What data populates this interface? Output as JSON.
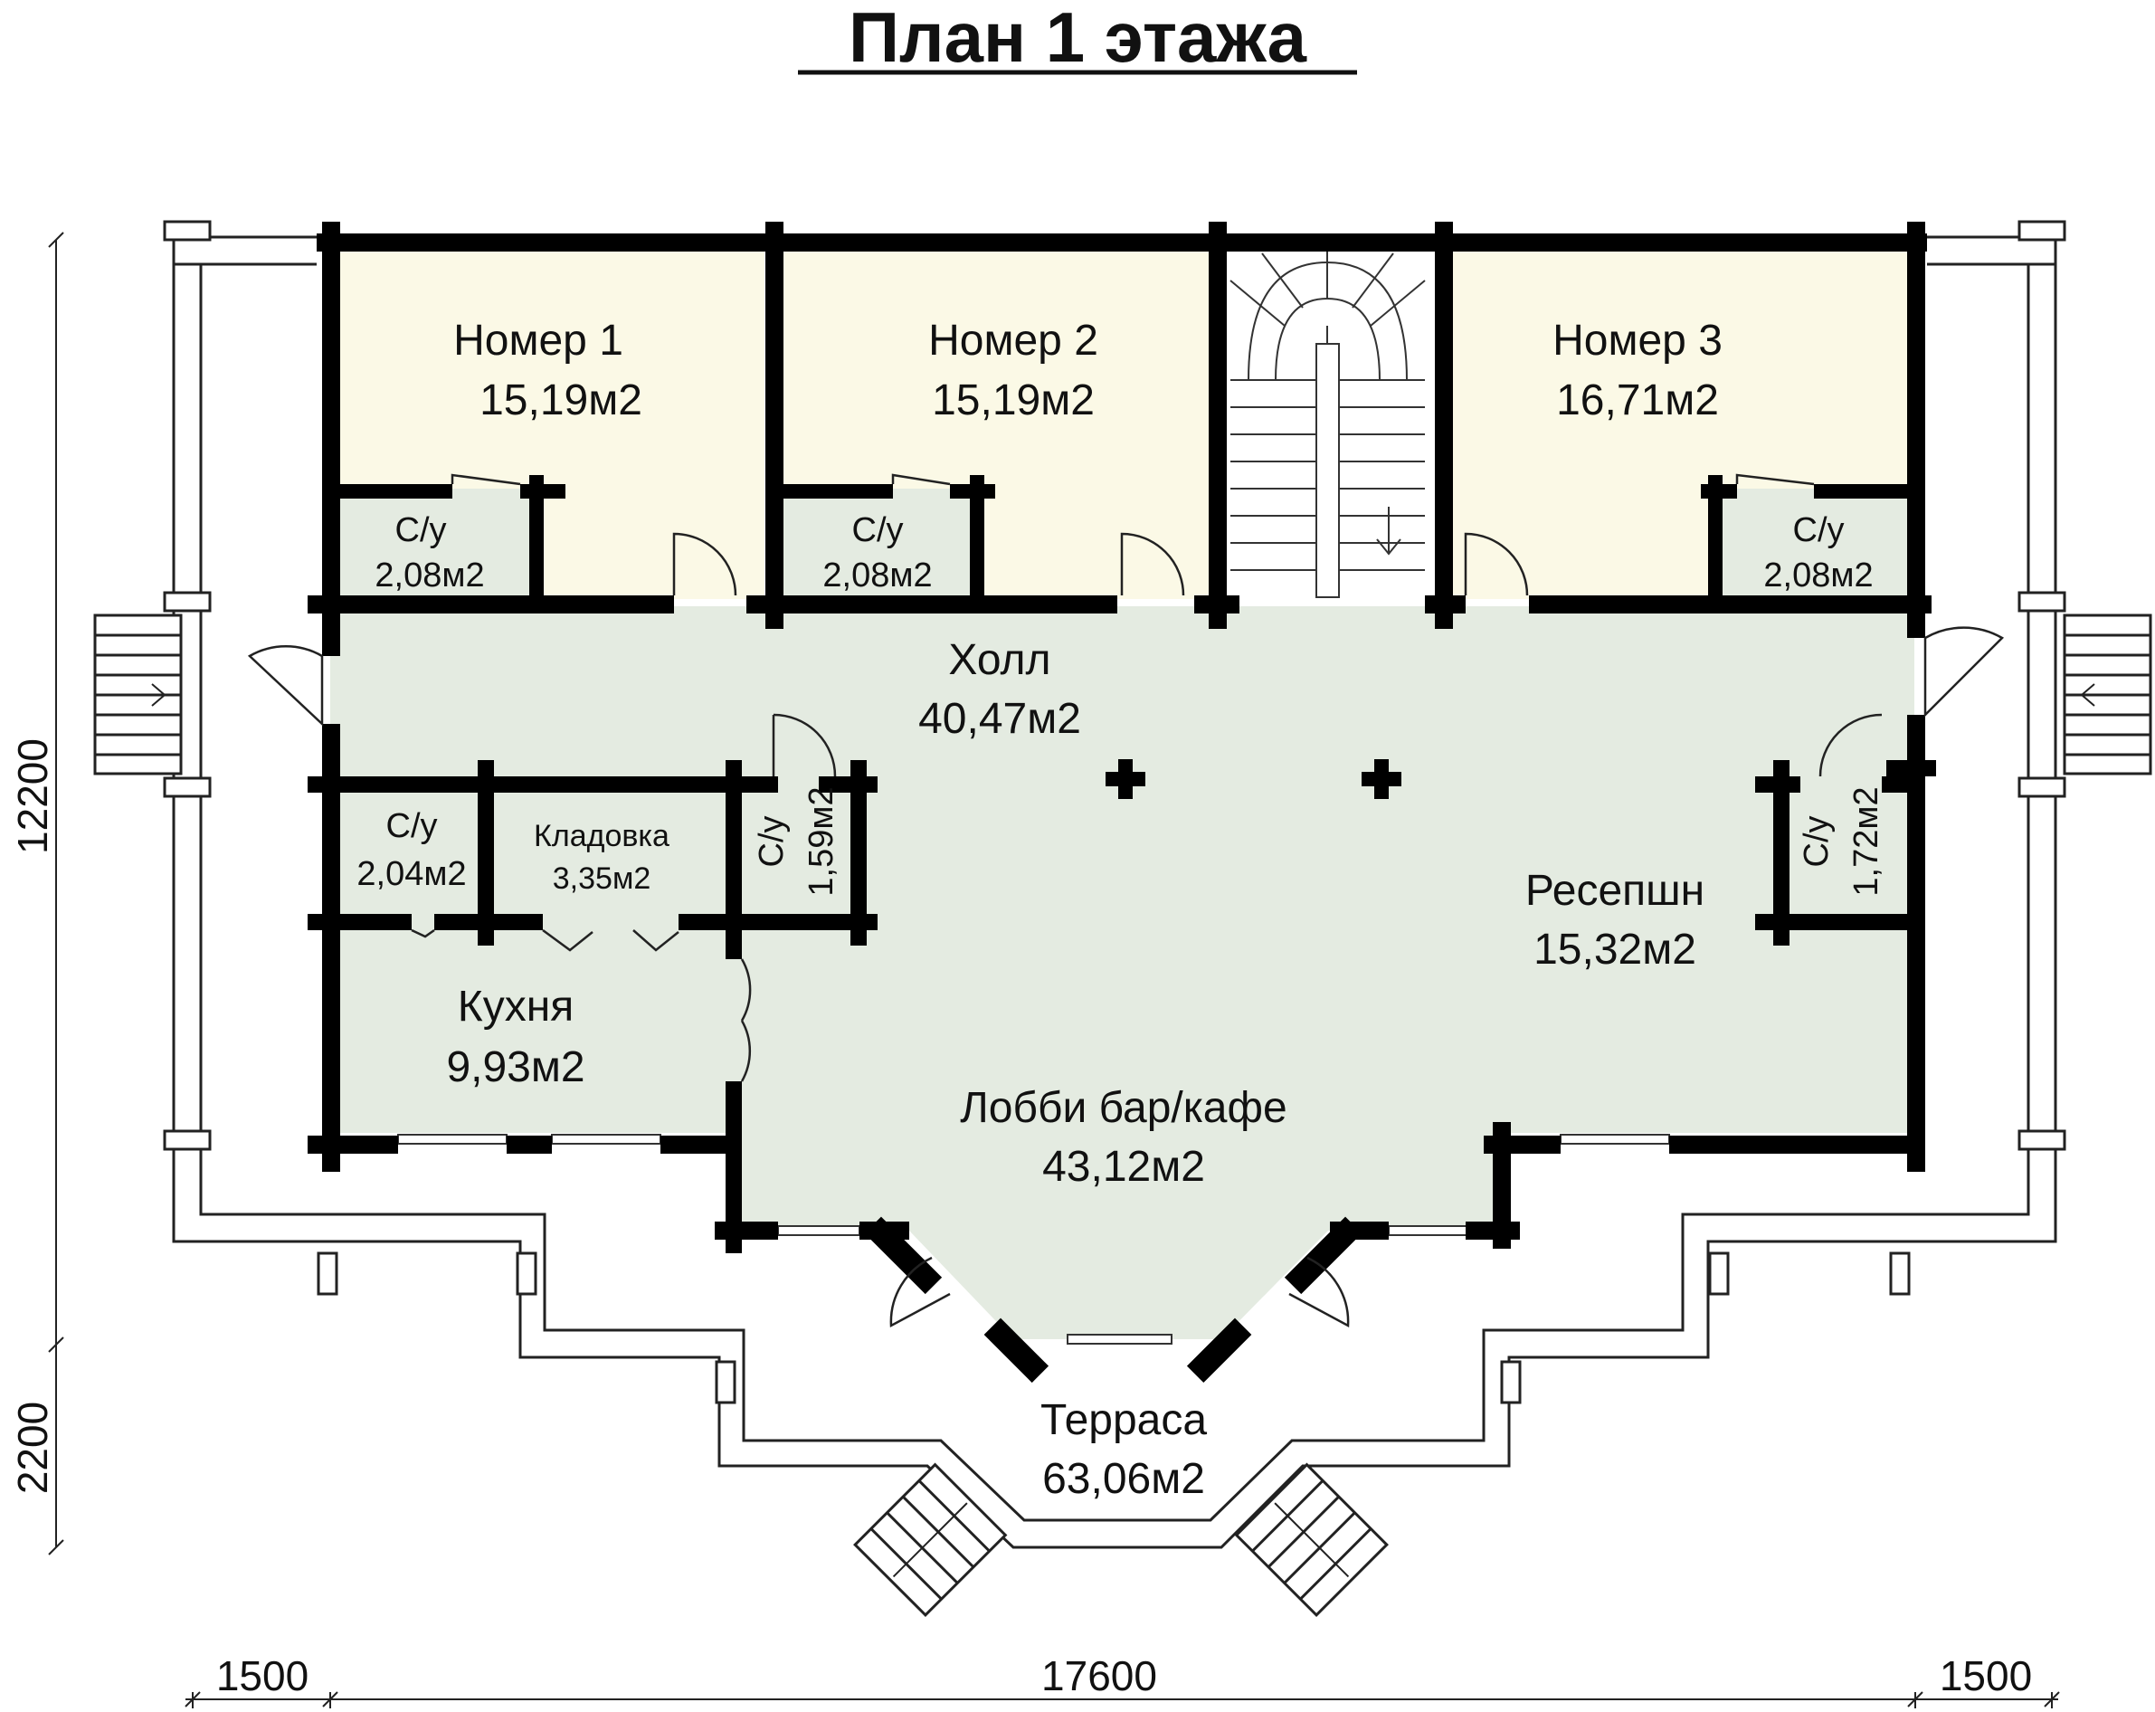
{
  "title": "План 1 этажа",
  "rooms": {
    "room1": {
      "name": "Номер 1",
      "area": "15,19м2"
    },
    "room2": {
      "name": "Номер 2",
      "area": "15,19м2"
    },
    "room3": {
      "name": "Номер 3",
      "area": "16,71м2"
    },
    "wc1": {
      "name": "С/у",
      "area": "2,08м2"
    },
    "wc2": {
      "name": "С/у",
      "area": "2,08м2"
    },
    "wc3": {
      "name": "С/у",
      "area": "2,08м2"
    },
    "hall": {
      "name": "Холл",
      "area": "40,47м2"
    },
    "wc_left": {
      "name": "С/у",
      "area": "2,04м2"
    },
    "storage": {
      "name": "Кладовка",
      "area": "3,35м2"
    },
    "wc_center": {
      "name": "С/у",
      "area": "1,59м2"
    },
    "wc_right": {
      "name": "С/у",
      "area": "1,72м2"
    },
    "reception": {
      "name": "Ресепшн",
      "area": "15,32м2"
    },
    "kitchen": {
      "name": "Кухня",
      "area": "9,93м2"
    },
    "lobby": {
      "name": "Лобби бар/кафе",
      "area": "43,12м2"
    },
    "terrace": {
      "name": "Терраса",
      "area": "63,06м2"
    }
  },
  "dimensions": {
    "height_main": "12200",
    "height_terrace": "2200",
    "width_left": "1500",
    "width_main": "17600",
    "width_right": "1500"
  },
  "colors": {
    "rooms_fill": "#fbf9e6",
    "common_fill": "#e4ebe1",
    "wall": "#000000"
  }
}
